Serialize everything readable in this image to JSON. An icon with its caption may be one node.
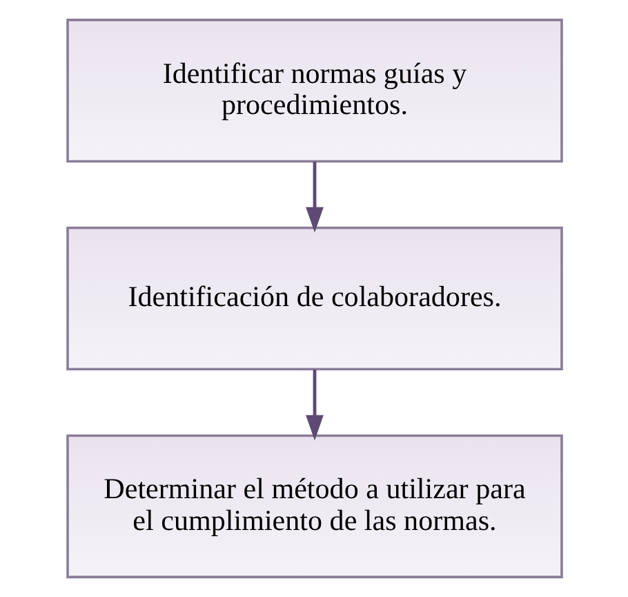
{
  "diagram": {
    "nodes": [
      {
        "text": [
          "Identificar normas guías y procedimientos."
        ]
      },
      {
        "text": [
          "Identificación de colaboradores."
        ]
      },
      {
        "text": [
          "Determinar el método a utilizar para el cumplimiento de las normas."
        ]
      }
    ],
    "edges": [
      {
        "from": 0,
        "to": 1,
        "arrow": "to"
      },
      {
        "from": 1,
        "to": 2,
        "arrow": "to"
      }
    ]
  }
}
